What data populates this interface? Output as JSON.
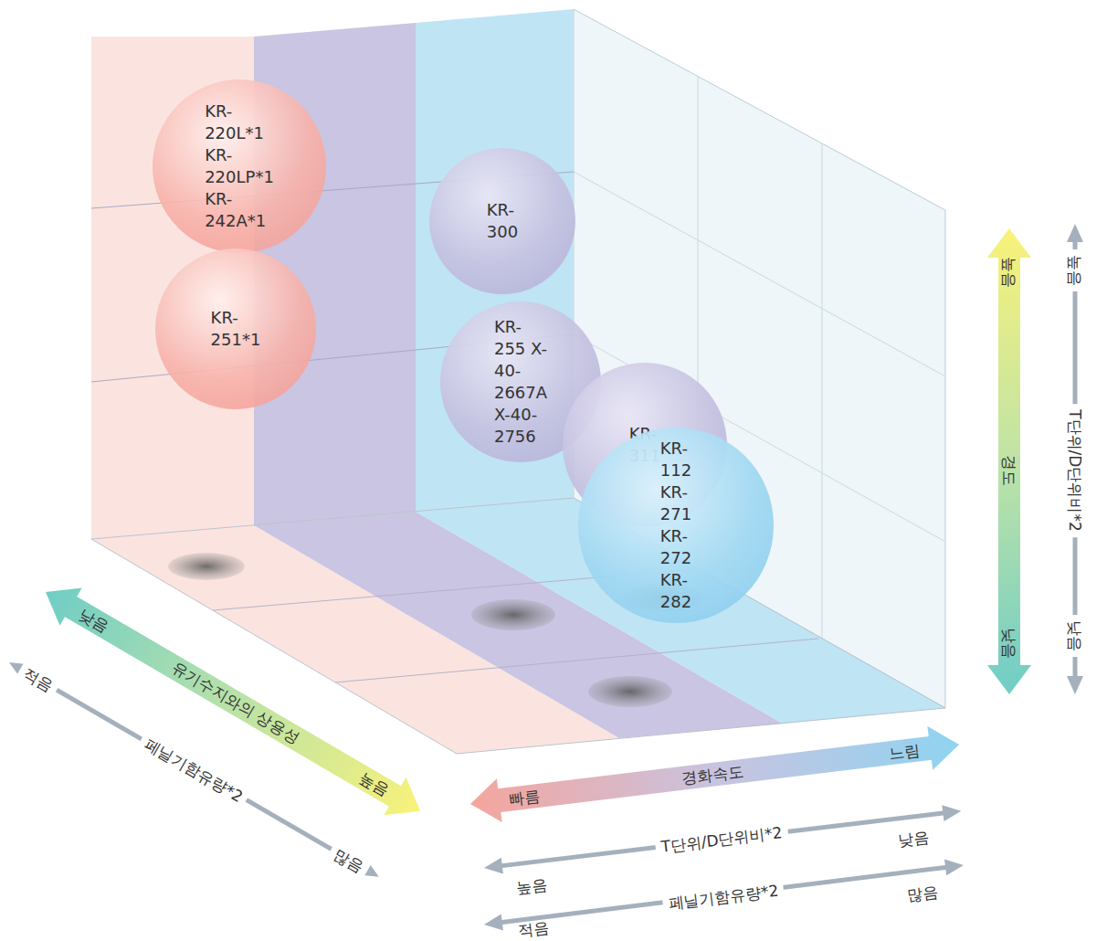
{
  "diagram": {
    "nodes": [
      {
        "text": [
          "KR-220L*1 KR-220LP*1 KR-242A*1"
        ]
      },
      {
        "text": [
          "KR-251*1"
        ]
      },
      {
        "text": [
          "KR-300"
        ]
      },
      {
        "text": [
          "KR-255 X-40-2667A X-40-2756"
        ]
      },
      {
        "text": [
          "KR-311"
        ]
      },
      {
        "text": [
          "KR-112 KR-271 KR-272 KR-282"
        ]
      }
    ],
    "labels": [
      "높음",
      "경도",
      "낮음",
      "높음",
      "T단위/D단위비*2",
      "낮음",
      "낮음",
      "유기수지와의 상용성",
      "높음",
      "적음",
      "페닐기함유량*2",
      "많음",
      "빠름",
      "경화속도",
      "느림",
      "높음",
      "T단위/D단위비*2",
      "낮음",
      "적음",
      "페닐기함유량*2",
      "많음"
    ]
  }
}
